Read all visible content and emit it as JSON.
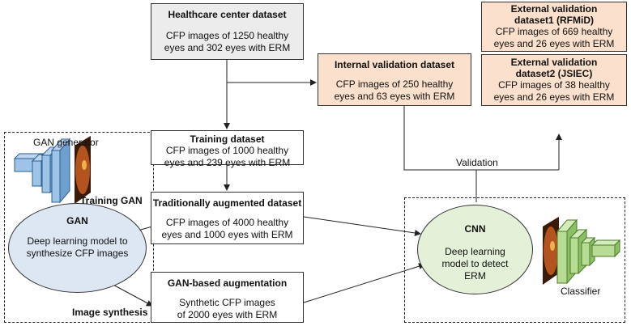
{
  "healthcare": {
    "title": "Healthcare center dataset",
    "body": "CFP images of 1250 healthy eyes and 302 eyes with ERM"
  },
  "training": {
    "title": "Training dataset",
    "body": "CFP images of 1000 healthy eyes and 239 eyes with ERM"
  },
  "traditional": {
    "title": "Traditionally augmented dataset",
    "body": "CFP images of 4000 healthy eyes and 1000 eyes with ERM"
  },
  "ganaug": {
    "title": "GAN-based augmentation",
    "body": "Synthetic CFP images  of 2000 eyes with ERM"
  },
  "internal": {
    "title": "Internal validation dataset",
    "body": "CFP images of 250 healthy eyes and 63 eyes with ERM"
  },
  "ext1": {
    "title": "External validation dataset1 (RFMiD)",
    "body": "CFP images of 669 healthy eyes and 26 eyes with ERM"
  },
  "ext2": {
    "title": "External validation dataset2 (JSIEC)",
    "body": "CFP images of 38 healthy eyes and 26 eyes with ERM"
  },
  "gan": {
    "title": "GAN",
    "body": "Deep learning model to synthesize CFP images"
  },
  "cnn": {
    "title": "CNN",
    "body": "Deep learning model to detect ERM"
  },
  "labels": {
    "gan_generator": "GAN generator",
    "training_gan": "Training GAN",
    "image_synthesis": "Image synthesis",
    "validation": "Validation",
    "classifier": "Classifier"
  },
  "colors": {
    "gray_box": "#ececec",
    "peach_box": "#fbe0cd",
    "gan_ellipse": "#dde7f3",
    "cnn_ellipse": "#e4f0d8",
    "generator_blocks": "#9dc3e6",
    "classifier_blocks": "#b7dc94"
  }
}
